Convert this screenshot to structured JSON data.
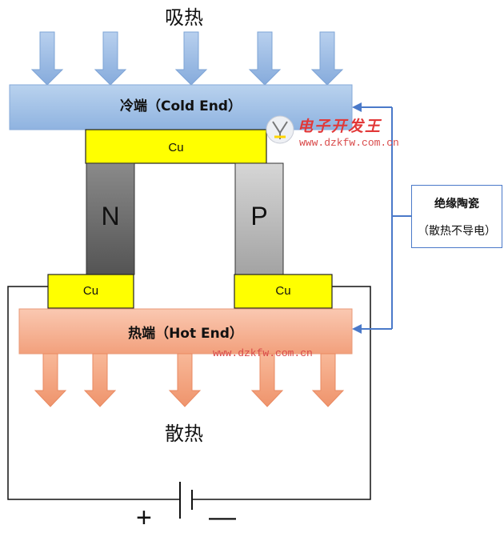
{
  "diagram": {
    "top_label": "吸热",
    "bottom_label": "散热",
    "cold_plate_label": "冷端（Cold End）",
    "hot_plate_label": "热端（Hot End）",
    "copper_label_top": "Cu",
    "copper_label_left": "Cu",
    "copper_label_right": "Cu",
    "n_leg_label": "N",
    "p_leg_label": "P",
    "insulator_title": "绝缘陶瓷",
    "insulator_note": "（散热不导电）",
    "battery_plus": "+",
    "battery_minus": "—"
  },
  "watermark": {
    "site_name": "电子开发王",
    "url_top": "www.dzkfw.com.cn",
    "url_bottom": "www.dzkfw.com.cn",
    "logo_icon": "antenna-logo-icon"
  },
  "colors": {
    "cold_plate": "#9fbfe6",
    "hot_plate": "#f6b498",
    "copper": "#ffff00",
    "n_leg": "#6f6f6f",
    "p_leg": "#b9b9b9",
    "arrow_cold": "#9dbde6",
    "arrow_hot": "#f4a37f",
    "connector": "#4a79c9",
    "watermark": "#e23838"
  }
}
